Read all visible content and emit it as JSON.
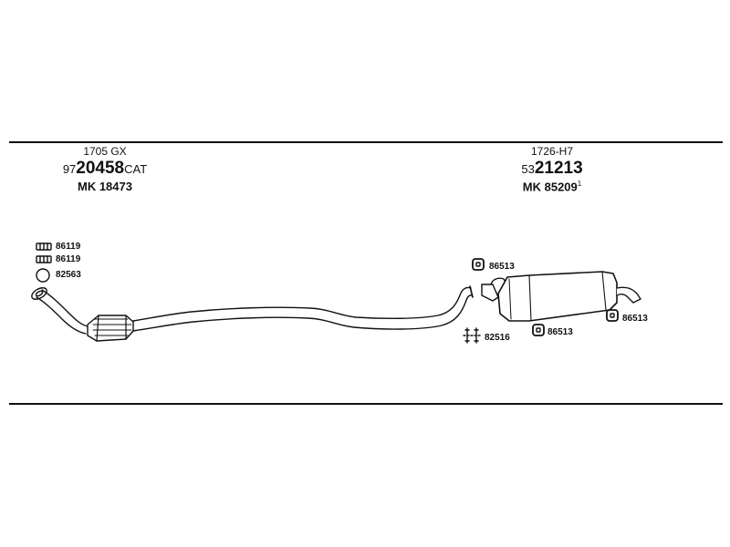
{
  "front_section": {
    "model_code": "1705 GX",
    "part_prefix": "97",
    "part_main": "20458",
    "part_suffix": "CAT",
    "mk_number": "MK 18473"
  },
  "rear_section": {
    "model_code": "1726-H7",
    "part_prefix": "53",
    "part_main": "21213",
    "mk_number": "MK 85209",
    "mk_footnote": "1"
  },
  "callouts": {
    "clamp_a": "86119",
    "clamp_b": "86119",
    "gasket": "82563",
    "rubber_hanger_top": "86513",
    "bracket": "82516",
    "rubber_hanger_mid": "86513",
    "rubber_hanger_right": "86513"
  }
}
